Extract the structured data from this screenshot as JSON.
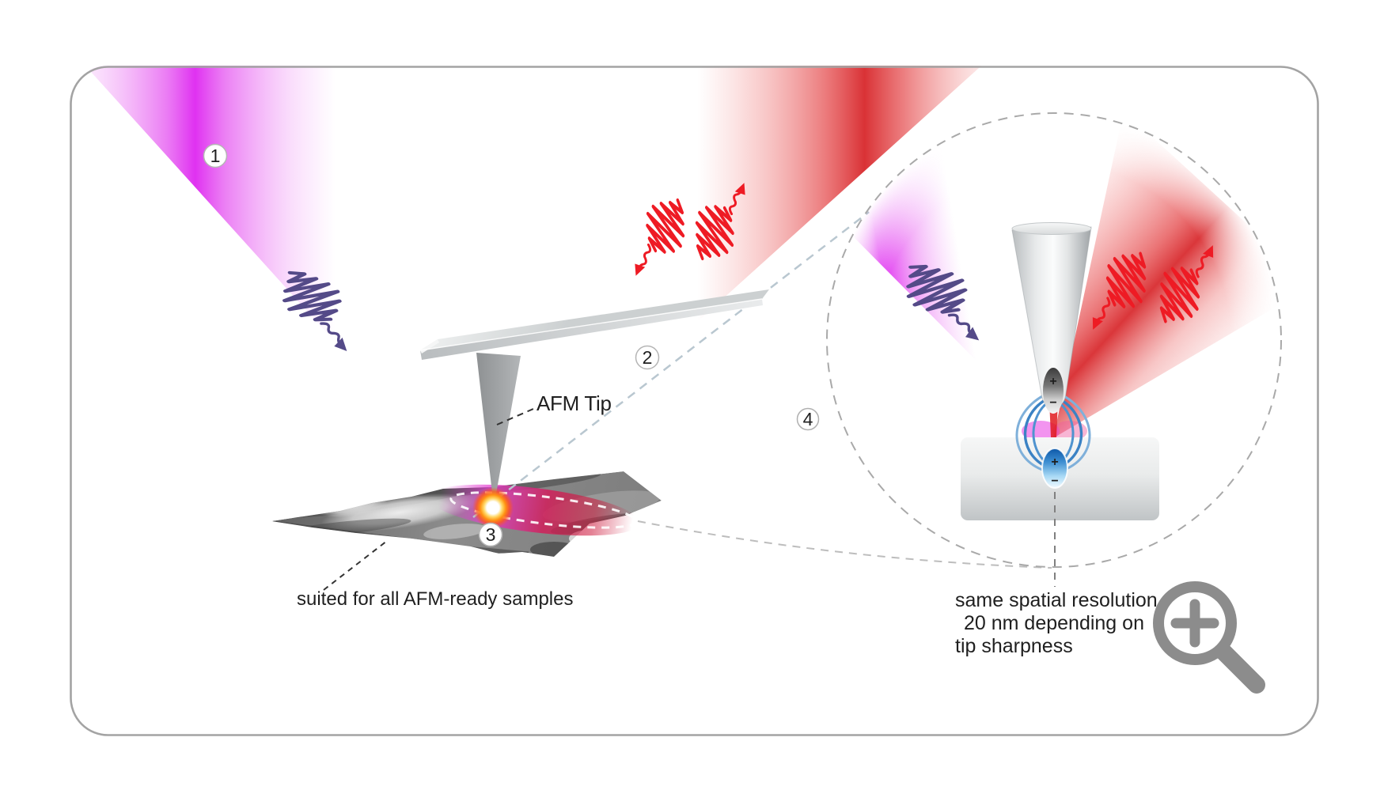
{
  "diagram": {
    "badges": [
      {
        "label": "1"
      },
      {
        "label": "2"
      },
      {
        "label": "3"
      },
      {
        "label": "4"
      }
    ],
    "labels": {
      "afm_tip": "AFM Tip",
      "sample_note": "suited for all AFM-ready samples",
      "resolution_line1": "same spatial resolution",
      "resolution_line2": "20 nm depending on",
      "resolution_line3": "tip sharpness"
    },
    "charges": {
      "tip_plus": "+",
      "tip_minus": "−",
      "sample_plus": "+",
      "sample_minus": "−"
    },
    "colors": {
      "magenta_beam": "#de2bee",
      "red_beam": "#d62024",
      "purple_pulse": "#544a88",
      "red_pulse": "#ee1b24",
      "field_line_blue": "#3b82c4",
      "glow_orange": "#ff9312",
      "border_gray": "#a3a3a3",
      "icon_gray": "#8c8c8c"
    }
  }
}
